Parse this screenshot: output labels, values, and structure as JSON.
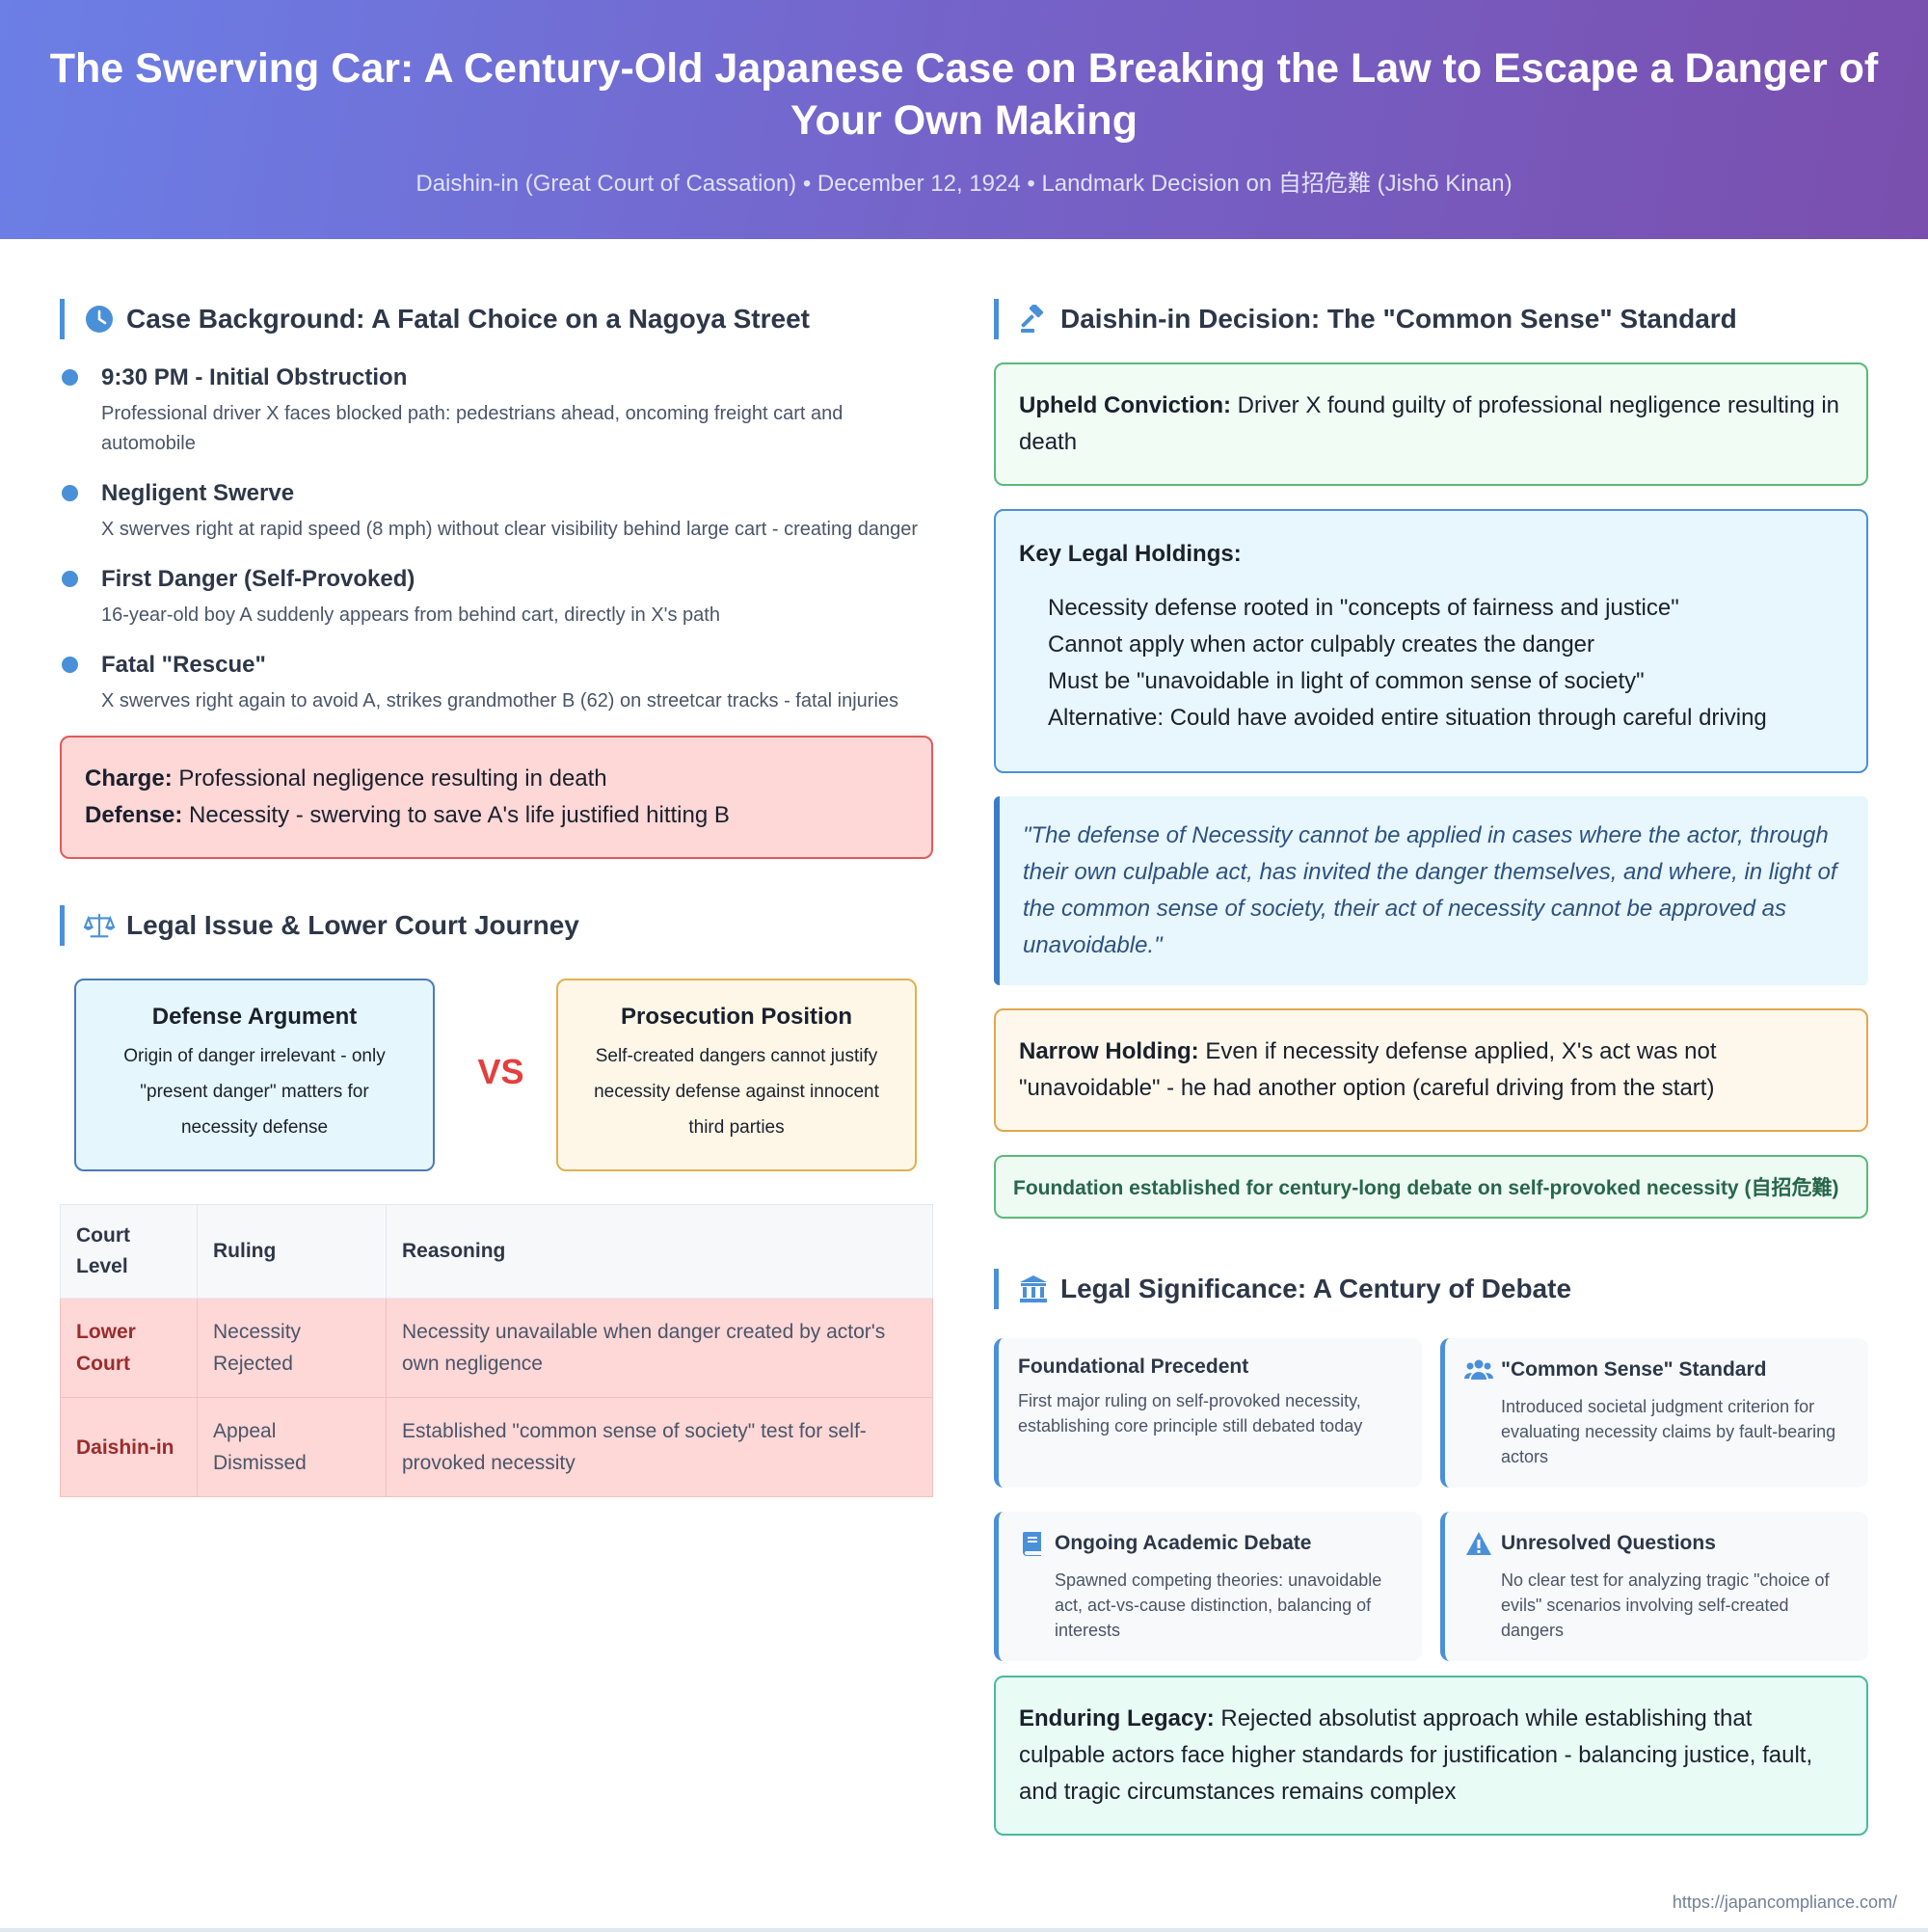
{
  "header": {
    "title": "The Swerving Car: A Century-Old Japanese Case on Breaking the Law to Escape a Danger of Your Own Making",
    "subtitle": "Daishin-in (Great Court of Cassation) • December 12, 1924 • Landmark Decision on 自招危難 (Jishō Kinan)"
  },
  "background": {
    "title": "Case Background: A Fatal Choice on a Nagoya Street",
    "icon": "clock-icon",
    "events": [
      {
        "title": "9:30 PM - Initial Obstruction",
        "desc": "Professional driver X faces blocked path: pedestrians ahead, oncoming freight cart and automobile"
      },
      {
        "title": "Negligent Swerve",
        "desc": "X swerves right at rapid speed (8 mph) without clear visibility behind large cart - creating danger"
      },
      {
        "title": "First Danger (Self-Provoked)",
        "desc": "16-year-old boy A suddenly appears from behind cart, directly in X's path"
      },
      {
        "title": "Fatal \"Rescue\"",
        "desc": "X swerves right again to avoid A, strikes grandmother B (62) on streetcar tracks - fatal injuries"
      }
    ],
    "charge_label": "Charge:",
    "charge": "Professional negligence resulting in death",
    "defense_label": "Defense:",
    "defense": "Necessity - swerving to save A's life justified hitting B"
  },
  "issue": {
    "title": "Legal Issue & Lower Court Journey",
    "icon": "scales-icon",
    "defense_card": {
      "title": "Defense Argument",
      "body": "Origin of danger irrelevant - only \"present danger\" matters for necessity defense"
    },
    "vs": "VS",
    "prosecution_card": {
      "title": "Prosecution Position",
      "body": "Self-created dangers cannot justify necessity defense against innocent third parties"
    },
    "table": {
      "headers": [
        "Court Level",
        "Ruling",
        "Reasoning"
      ],
      "rows": [
        [
          "Lower Court",
          "Necessity Rejected",
          "Necessity unavailable when danger created by actor's own negligence"
        ],
        [
          "Daishin-in",
          "Appeal Dismissed",
          "Established \"common sense of society\" test for self-provoked necessity"
        ]
      ]
    }
  },
  "decision": {
    "title": "Daishin-in Decision: The \"Common Sense\" Standard",
    "icon": "gavel-icon",
    "upheld_label": "Upheld Conviction:",
    "upheld": "Driver X found guilty of professional negligence resulting in death",
    "holdings_title": "Key Legal Holdings:",
    "holdings": [
      "Necessity defense rooted in \"concepts of fairness and justice\"",
      "Cannot apply when actor culpably creates the danger",
      "Must be \"unavoidable in light of common sense of society\"",
      "Alternative: Could have avoided entire situation through careful driving"
    ],
    "quote": "\"The defense of Necessity cannot be applied in cases where the actor, through their own culpable act, has invited the danger themselves, and where, in light of the common sense of society, their act of necessity cannot be approved as unavoidable.\"",
    "narrow_label": "Narrow Holding:",
    "narrow": "Even if necessity defense applied, X's act was not \"unavoidable\" - he had another option (careful driving from the start)",
    "foundation": "Foundation established for century-long debate on self-provoked necessity (自招危難)"
  },
  "significance": {
    "title": "Legal Significance: A Century of Debate",
    "icon": "courthouse-icon",
    "cards": [
      {
        "title": "Foundational Precedent",
        "body": "First major ruling on self-provoked necessity, establishing core principle still debated today",
        "icon": ""
      },
      {
        "title": "\"Common Sense\" Standard",
        "body": "Introduced societal judgment criterion for evaluating necessity claims by fault-bearing actors",
        "icon": "users-icon"
      },
      {
        "title": "Ongoing Academic Debate",
        "body": "Spawned competing theories: unavoidable act, act-vs-cause distinction, balancing of interests",
        "icon": "book-icon"
      },
      {
        "title": "Unresolved Questions",
        "body": "No clear test for analyzing tragic \"choice of evils\" scenarios involving self-created dangers",
        "icon": "warning-icon"
      }
    ],
    "legacy_label": "Enduring Legacy:",
    "legacy": "Rejected absolutist approach while establishing that culpable actors face higher standards for justification - balancing justice, fault, and tragic circumstances remains complex"
  },
  "footer": {
    "url": "https://japancompliance.com/"
  },
  "colors": {
    "accent": "#4a90d9",
    "header_start": "#6b7fe6",
    "header_end": "#7a4fae",
    "vs": "#e53e3e"
  }
}
